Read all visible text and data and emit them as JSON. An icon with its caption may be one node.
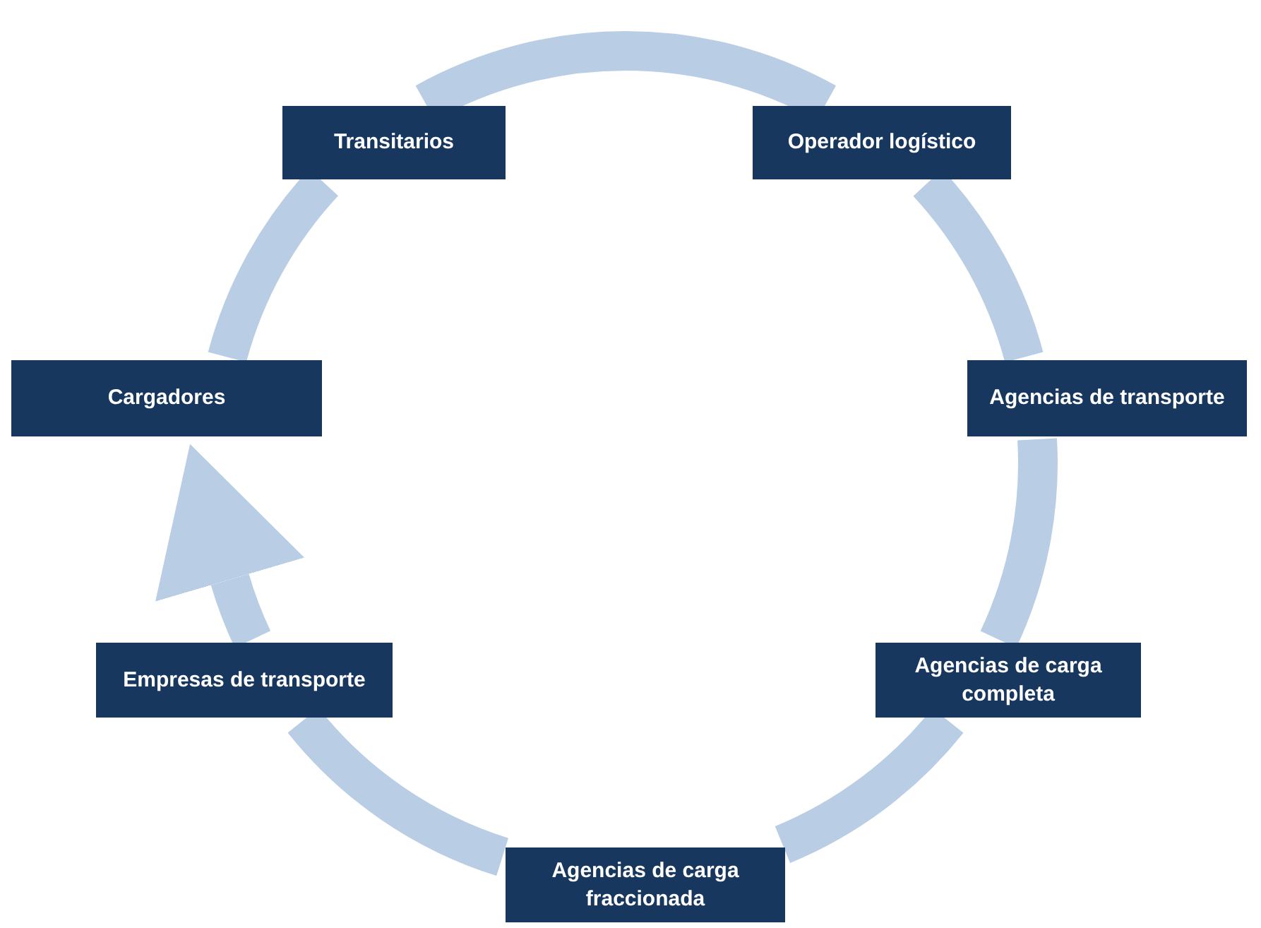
{
  "diagram": {
    "nodes": [
      {
        "text": [
          "Transitarios"
        ]
      },
      {
        "text": [
          "Operador logístico"
        ]
      },
      {
        "text": [
          "Cargadores"
        ]
      },
      {
        "text": [
          "Agencias de transporte"
        ]
      },
      {
        "text": [
          "Empresas de transporte"
        ]
      },
      {
        "text": [
          "Agencias de carga completa"
        ]
      },
      {
        "text": [
          "Agencias de carga fraccionada"
        ]
      }
    ],
    "edges": [
      {
        "from": 6,
        "to": 4,
        "arrow": "none"
      },
      {
        "from": 4,
        "to": 2,
        "arrow": "to"
      },
      {
        "from": 2,
        "to": 0,
        "arrow": "none"
      },
      {
        "from": 0,
        "to": 1,
        "arrow": "none"
      },
      {
        "from": 1,
        "to": 3,
        "arrow": "none"
      },
      {
        "from": 3,
        "to": 5,
        "arrow": "none"
      },
      {
        "from": 5,
        "to": 6,
        "arrow": "none"
      }
    ]
  }
}
